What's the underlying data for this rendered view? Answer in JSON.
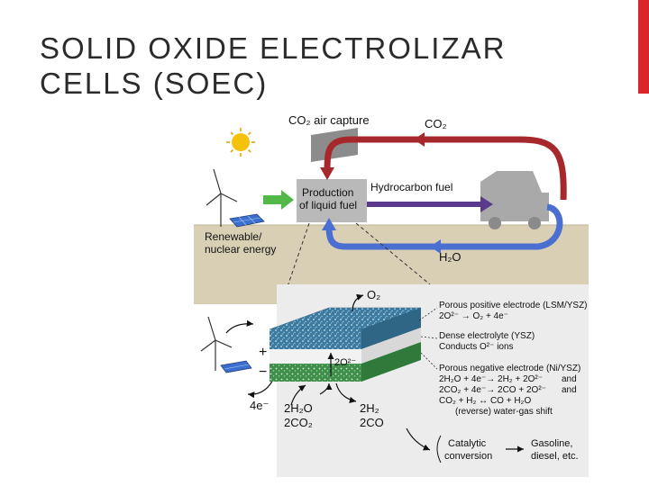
{
  "slide": {
    "title_line1": "SOLID OXIDE ELECTROLIZAR",
    "title_line2": "CELLS (SOEC)",
    "accent_color": "#d9262b"
  },
  "diagram": {
    "top": {
      "co2_air_capture": "CO₂ air capture",
      "co2": "CO₂",
      "production_line1": "Production",
      "production_line2": "of liquid fuel",
      "hydrocarbon_fuel": "Hydrocarbon fuel",
      "renewable_line1": "Renewable/",
      "renewable_line2": "nuclear energy",
      "h2o": "H₂O"
    },
    "cell": {
      "o2": "O₂",
      "plus": "+",
      "minus": "−",
      "o2_ion_inside": "2O²⁻",
      "electrons": "4e⁻",
      "reactant_h2o": "2H₂O",
      "reactant_co2": "2CO₂",
      "product_h2": "2H₂",
      "product_co": "2CO",
      "pos_electrode_title": "Porous positive electrode (LSM/YSZ)",
      "pos_electrode_reaction": "2O²⁻ → O₂ + 4e⁻",
      "electrolyte_title": "Dense electrolyte (YSZ)",
      "electrolyte_desc": "Conducts O²⁻ ions",
      "neg_electrode_title": "Porous negative electrode (Ni/YSZ)",
      "neg_reaction1": "2H₂O + 4e⁻→ 2H₂ + 2O²⁻",
      "neg_reaction1_and": "and",
      "neg_reaction2": "2CO₂ + 4e⁻→ 2CO + 2O²⁻",
      "neg_reaction2_and": "and",
      "neg_reaction3": "CO₂ + H₂ ↔ CO + H₂O",
      "neg_reaction4": "(reverse) water-gas shift",
      "catalytic_line1": "Catalytic",
      "catalytic_line2": "conversion",
      "gasoline_line1": "Gasoline,",
      "gasoline_line2": "diesel, etc."
    },
    "colors": {
      "co2_loop": "#a6282d",
      "h2o_loop": "#4b6fd0",
      "fuel_arrow": "#5a3a8c",
      "energy_arrow": "#52b848",
      "ground": "#d8cfb5",
      "sun": "#f4c20d"
    }
  }
}
